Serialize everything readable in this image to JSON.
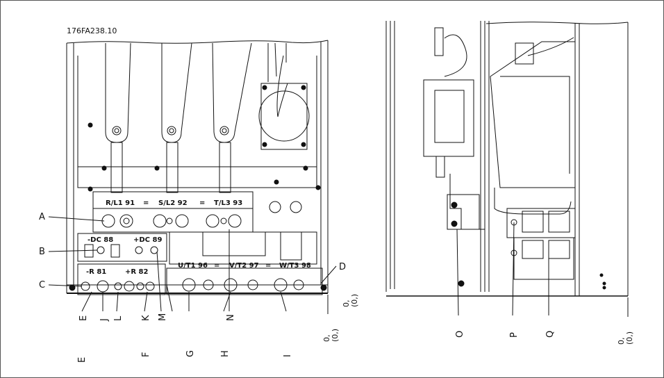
{
  "drawing_code": "176FA238.10",
  "terminals": {
    "l1": "R/L1 91",
    "l2": "S/L2 92",
    "l3": "T/L3 93",
    "dc_minus": "-DC 88",
    "dc_plus": "+DC 89",
    "r_minus": "-R 81",
    "r_plus": "+R 82",
    "u": "U/T1 96",
    "v": "V/T2 97",
    "w": "W/T3 98",
    "eq": "="
  },
  "callouts": {
    "A": "A",
    "B": "B",
    "C": "C",
    "D": "D",
    "E": "E",
    "F": "F",
    "G": "G",
    "H": "H",
    "I": "I",
    "J": "J",
    "K": "K",
    "L": "L",
    "M": "M",
    "N": "N",
    "O": "O",
    "P": "P",
    "Q": "Q"
  },
  "datum": {
    "line1": "0,",
    "line2": "(0,)"
  }
}
